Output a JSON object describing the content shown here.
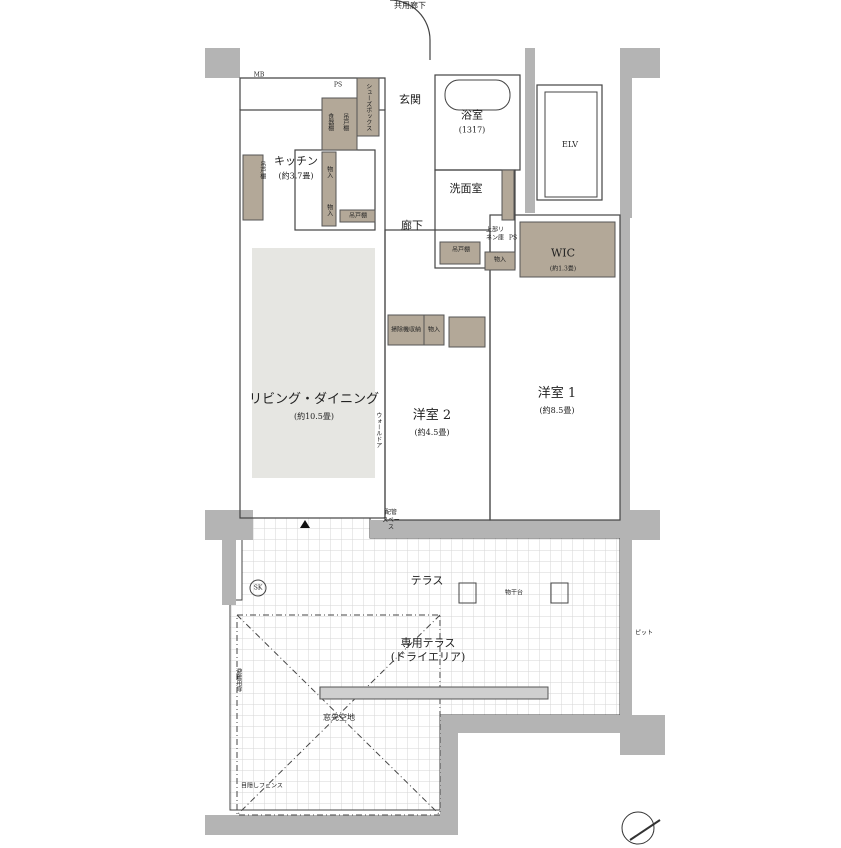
{
  "colors": {
    "wall": "#b4b4b4",
    "storage": "#b3a898",
    "living_floor": "#e6e6e2",
    "terrace_grid": "#d8d8d8",
    "line": "#333333"
  },
  "labels": {
    "corridor_shared": "共用廊下",
    "mb": "MB",
    "ps1": "PS",
    "ps2": "PS",
    "shoe_box": "シューズボックス",
    "entrance": "玄関",
    "bath": "浴室",
    "bath_size": "(1317)",
    "cupboard": "食器棚",
    "hanging_cabinet1": "吊戸棚",
    "hanging_cabinet2": "吊戸棚",
    "hanging_cabinet3": "吊戸棚",
    "hanging_cabinet4": "吊戸棚",
    "kitchen": "キッチン",
    "kitchen_size": "(約3.7畳)",
    "storage1": "物入",
    "storage2": "物入",
    "storage3": "物入",
    "storage4": "物入",
    "hallway": "廊下",
    "washroom": "洗面室",
    "linen": "上部リネン庫",
    "elv": "ELV",
    "wic": "WIC",
    "wic_size": "(約1.3畳)",
    "vacuum": "掃除機収納",
    "living": "リビング・ダイニング",
    "living_size": "(約10.5畳)",
    "wall_door": "ウォールドア",
    "room2": "洋室 2",
    "room2_size": "(約4.5畳)",
    "room1": "洋室 1",
    "room1_size": "(約8.5畳)",
    "pipe_space": "配管スペース",
    "terrace": "テラス",
    "drying_rack": "物干台",
    "sk": "SK",
    "pit": "ピット",
    "private_terrace": "専用テラス",
    "dry_area": "(ドライエリア)",
    "evac_door": "避難用扉",
    "window_open_space": "窓先空地",
    "privacy_fence": "目隠しフェンス"
  }
}
